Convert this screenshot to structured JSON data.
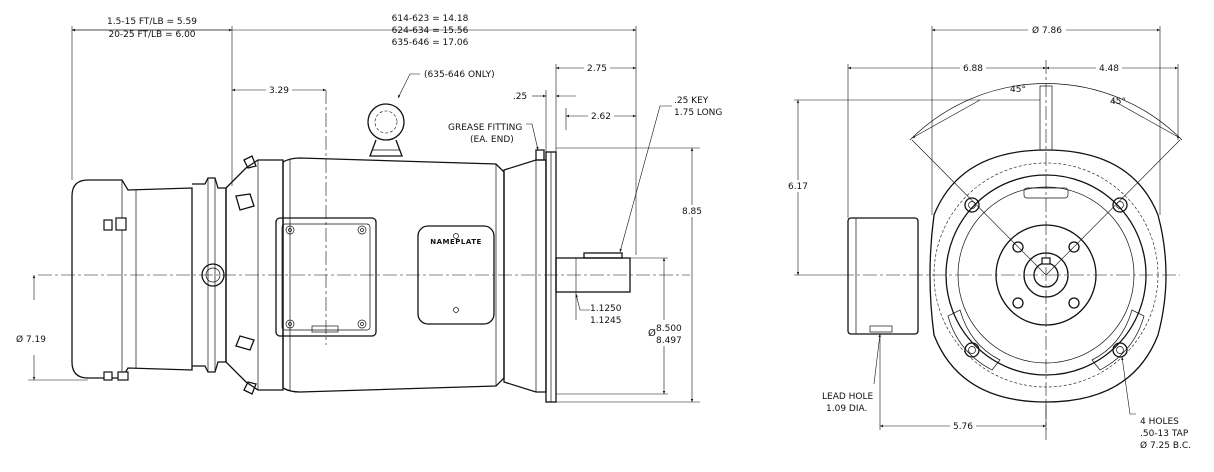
{
  "side_view": {
    "length_ft_lb": [
      "1.5-15 FT/LB = 5.59",
      "20-25 FT/LB = 6.00"
    ],
    "overall_length": [
      "614-623 = 14.18",
      "624-634 = 15.56",
      "635-646 = 17.06"
    ],
    "dim_3_29": "3.29",
    "eyebolt_note": "(635-646 ONLY)",
    "dim_2_75": "2.75",
    "dim_25": ".25",
    "dim_2_62": "2.62",
    "key_note": [
      ".25 KEY",
      "1.75 LONG"
    ],
    "grease_note": [
      "GREASE FITTING",
      "(EA. END)"
    ],
    "dim_8_85": "8.85",
    "nameplate": "NAMEPLATE",
    "shaft_dia": [
      "1.1250",
      "1.1245"
    ],
    "pilot_dia_symbol": "Ø",
    "pilot_dia": [
      "8.500",
      "8.497"
    ],
    "frame_dia": "Ø 7.19"
  },
  "end_view": {
    "dia_7_86": "Ø 7.86",
    "dim_6_88": "6.88",
    "dim_4_48": "4.48",
    "angle_left": "45°",
    "angle_right": "45°",
    "dim_6_17": "6.17",
    "lead_hole": [
      "LEAD HOLE",
      "1.09 DIA."
    ],
    "dim_5_76": "5.76",
    "holes_note": [
      "4 HOLES",
      ".50-13 TAP",
      "Ø 7.25 B.C."
    ]
  }
}
